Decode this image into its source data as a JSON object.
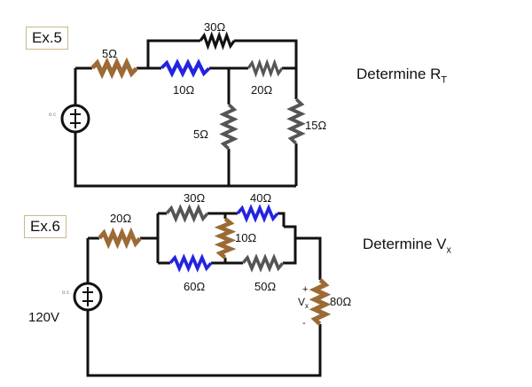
{
  "ex5": {
    "label": "Ex.5",
    "prompt": "Determine R",
    "prompt_sub": "T",
    "source_tag": "o c",
    "resistors": {
      "r5_series": "5Ω",
      "r30_top": "30Ω",
      "r10": "10Ω",
      "r20": "20Ω",
      "r5_vertical": "5Ω",
      "r15": "15Ω"
    }
  },
  "ex6": {
    "label": "Ex.6",
    "prompt": "Determine V",
    "prompt_sub": "x",
    "source_tag": "o c",
    "source_voltage": "120V",
    "resistors": {
      "r20": "20Ω",
      "r30": "30Ω",
      "r40": "40Ω",
      "r10": "10Ω",
      "r60": "60Ω",
      "r50": "50Ω",
      "r80": "80Ω"
    },
    "vx_plus": "+",
    "vx_label": "V",
    "vx_sub": "x",
    "vx_minus": "-"
  },
  "colors": {
    "wire": "#111111",
    "resistor_brown": "#9b6a35",
    "resistor_blue": "#2323e0",
    "resistor_gray": "#555555"
  }
}
